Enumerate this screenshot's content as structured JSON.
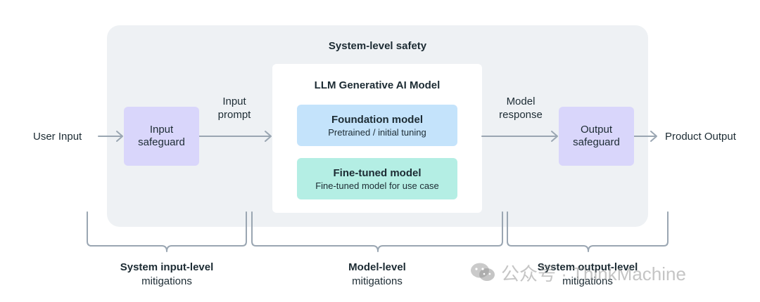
{
  "system_title": "System-level safety",
  "model_title": "LLM Generative AI Model",
  "user_input": "User Input",
  "product_output": "Product Output",
  "input_prompt": [
    "Input",
    "prompt"
  ],
  "model_response": [
    "Model",
    "response"
  ],
  "input_safeguard": [
    "Input",
    "safeguard"
  ],
  "output_safeguard": [
    "Output",
    "safeguard"
  ],
  "foundation": {
    "title": "Foundation model",
    "subtitle": "Pretrained / initial tuning"
  },
  "finetuned": {
    "title": "Fine-tuned model",
    "subtitle": "Fine-tuned model for use case"
  },
  "mitigations": {
    "input": [
      "System input-level",
      "mitigations"
    ],
    "model": [
      "Model-level",
      "mitigations"
    ],
    "output": [
      "System output-level",
      "mitigations"
    ]
  },
  "watermark": "公众号 · ThinkMachine",
  "colors": {
    "outer_bg": "#eef1f4",
    "safeguard": "#d9d6fb",
    "foundation": "#c4e3fb",
    "finetuned": "#b4eee4",
    "arrow": "#9aa6b2"
  }
}
